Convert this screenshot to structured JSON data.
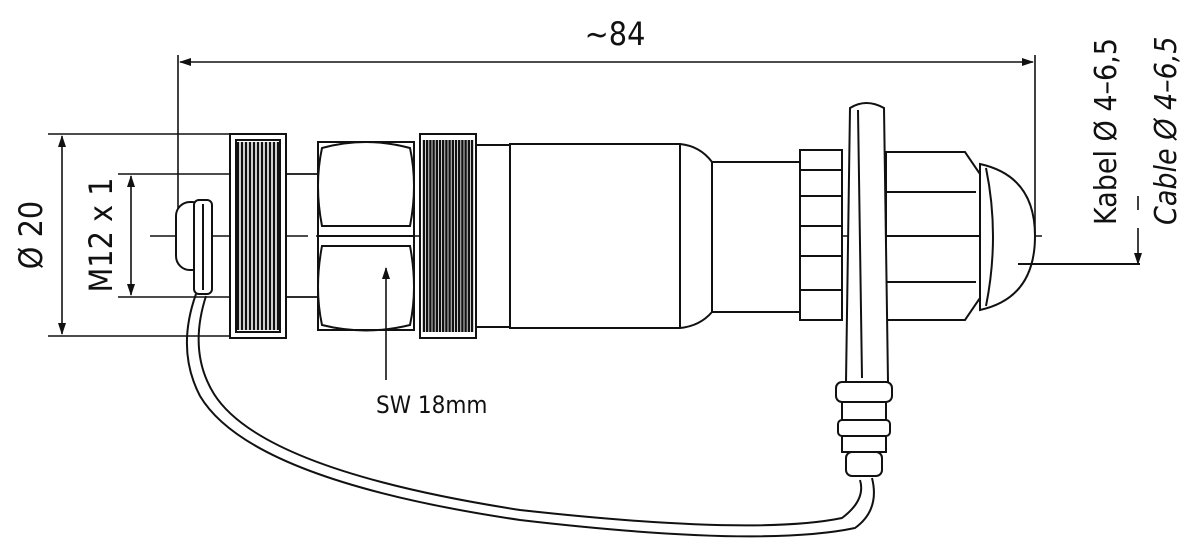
{
  "drawing": {
    "overall_length_label": "~84",
    "diameter_label": "Ø 20",
    "thread_label": "M12 x 1",
    "wrench_size_label": "SW 18mm",
    "cable_label_de": "Kabel Ø 4–6,5",
    "cable_label_en": "Cable Ø 4–6,5"
  },
  "colors": {
    "line": "#111111",
    "background": "#ffffff"
  }
}
